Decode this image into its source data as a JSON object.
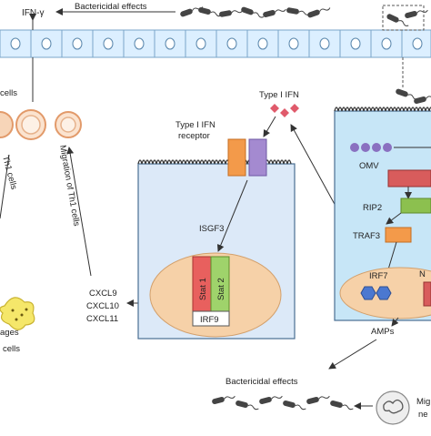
{
  "top": {
    "ifn_gamma": "IFN-γ",
    "bactericidal_top": "Bactericidal effects"
  },
  "left": {
    "cells_partial": "cells",
    "th1_partial": "Th1 cells",
    "migration_th1": "Migration of Th1 cells",
    "chemokines": [
      "CXCL9",
      "CXCL10",
      "CXCL11"
    ],
    "ages_partial": "ages",
    "cells_partial_bottom": "cells"
  },
  "middle_cell": {
    "type1_ifn_receptor_line1": "Type I IFN",
    "type1_ifn_receptor_line2": "receptor",
    "isgf3": "ISGF3",
    "stat1": "Stat 1",
    "stat2": "Stat 2",
    "irf9": "IRF9"
  },
  "right_cell": {
    "type1_ifn": "Type I IFN",
    "omv": "OMV",
    "rip2": "RIP2",
    "traf3": "TRAF3",
    "irf7": "IRF7",
    "nucleus_partial": "N"
  },
  "bottom": {
    "amps": "AMPs",
    "bactericidal_bottom": "Bactericidal effects",
    "migration_partial_line1": "Mig",
    "migration_partial_line2": "ne"
  },
  "colors": {
    "epithelium": "#dcefff",
    "cell_fill": "#dce9f8",
    "cell_right": "#c7e6f7",
    "nucleus": "#f6d1a8",
    "stat1": "#e8605e",
    "stat2": "#9fd36b",
    "receptor_orange": "#f39a4a",
    "receptor_purple": "#a48ad0",
    "rip2_green": "#8cc04f",
    "omv_red": "#d85c5c",
    "irf7_blue": "#4b78d0",
    "ifn_diamond": "#e05a6b",
    "th1_ring": "#f2b38a",
    "macrophage": "#f5e76a"
  }
}
